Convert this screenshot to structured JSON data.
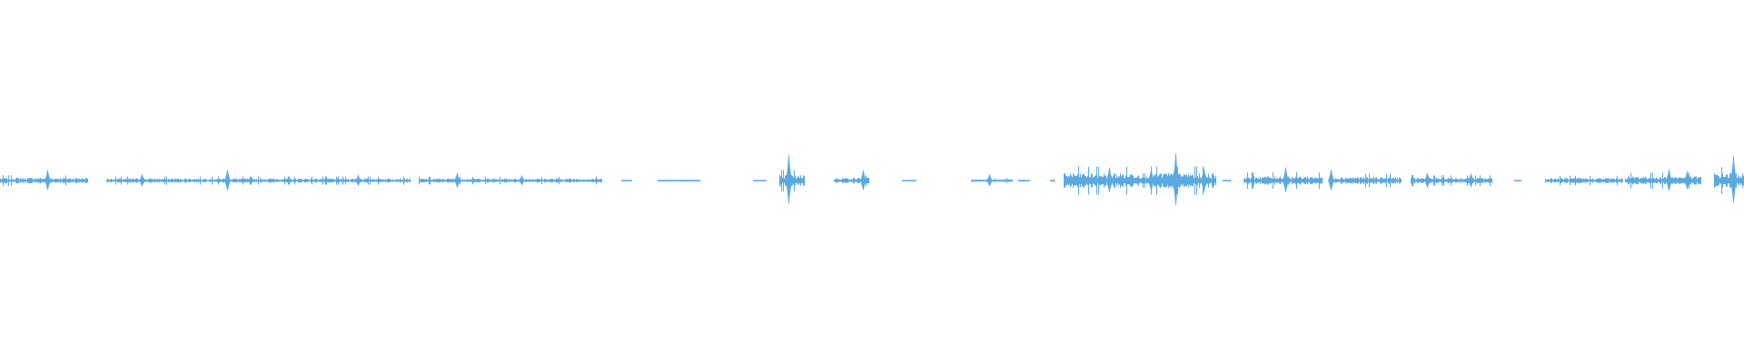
{
  "waveform": {
    "color": "#5aa9e0",
    "background": "#ffffff",
    "segments": [
      {
        "start": 0.0,
        "end": 0.05,
        "amp": 0.22
      },
      {
        "start": 0.061,
        "end": 0.235,
        "amp": 0.17
      },
      {
        "start": 0.24,
        "end": 0.345,
        "amp": 0.16
      },
      {
        "start": 0.356,
        "end": 0.362,
        "amp": 0.03
      },
      {
        "start": 0.377,
        "end": 0.401,
        "amp": 0.07
      },
      {
        "start": 0.432,
        "end": 0.439,
        "amp": 0.03
      },
      {
        "start": 0.447,
        "end": 0.461,
        "amp": 0.45
      },
      {
        "start": 0.478,
        "end": 0.498,
        "amp": 0.22
      },
      {
        "start": 0.517,
        "end": 0.525,
        "amp": 0.03
      },
      {
        "start": 0.557,
        "end": 0.58,
        "amp": 0.1
      },
      {
        "start": 0.584,
        "end": 0.59,
        "amp": 0.08
      },
      {
        "start": 0.602,
        "end": 0.604,
        "amp": 0.06
      },
      {
        "start": 0.61,
        "end": 0.697,
        "amp": 0.58
      },
      {
        "start": 0.701,
        "end": 0.705,
        "amp": 0.04
      },
      {
        "start": 0.713,
        "end": 0.758,
        "amp": 0.34
      },
      {
        "start": 0.762,
        "end": 0.803,
        "amp": 0.28
      },
      {
        "start": 0.809,
        "end": 0.855,
        "amp": 0.22
      },
      {
        "start": 0.868,
        "end": 0.872,
        "amp": 0.03
      },
      {
        "start": 0.886,
        "end": 0.93,
        "amp": 0.2
      },
      {
        "start": 0.932,
        "end": 0.975,
        "amp": 0.33
      },
      {
        "start": 0.983,
        "end": 1.0,
        "amp": 0.58
      }
    ],
    "peaks": [
      {
        "pos": 0.027,
        "amp": 0.38
      },
      {
        "pos": 0.081,
        "amp": 0.22
      },
      {
        "pos": 0.13,
        "amp": 0.4
      },
      {
        "pos": 0.205,
        "amp": 0.2
      },
      {
        "pos": 0.262,
        "amp": 0.28
      },
      {
        "pos": 0.299,
        "amp": 0.18
      },
      {
        "pos": 0.452,
        "amp": 0.95
      },
      {
        "pos": 0.495,
        "amp": 0.38
      },
      {
        "pos": 0.567,
        "amp": 0.22
      },
      {
        "pos": 0.636,
        "amp": 0.48
      },
      {
        "pos": 0.66,
        "amp": 0.42
      },
      {
        "pos": 0.674,
        "amp": 1.0
      },
      {
        "pos": 0.69,
        "amp": 0.45
      },
      {
        "pos": 0.737,
        "amp": 0.48
      },
      {
        "pos": 0.763,
        "amp": 0.4
      },
      {
        "pos": 0.818,
        "amp": 0.28
      },
      {
        "pos": 0.843,
        "amp": 0.25
      },
      {
        "pos": 0.957,
        "amp": 0.42
      },
      {
        "pos": 0.967,
        "amp": 0.35
      },
      {
        "pos": 0.994,
        "amp": 0.9
      }
    ]
  }
}
